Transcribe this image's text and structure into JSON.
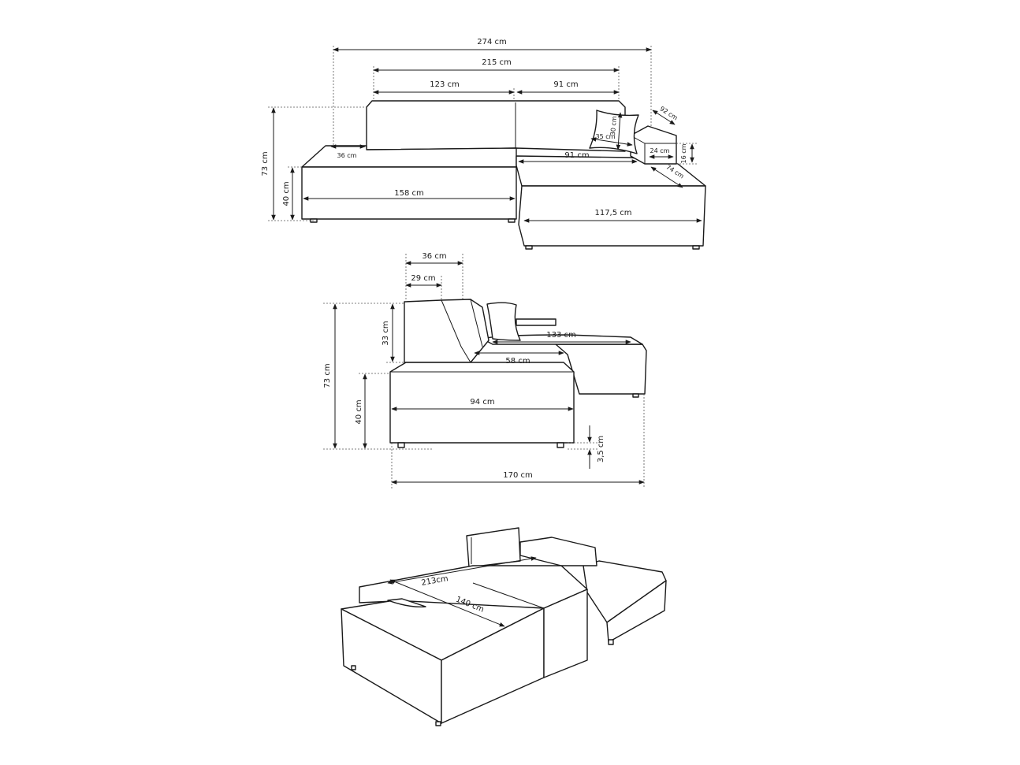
{
  "front_view": {
    "overall_width": "274 cm",
    "backrest_width": "215 cm",
    "left_back_section": "123 cm",
    "right_back_section": "91 cm",
    "armrest_depth": "92 cm",
    "pillow_height": "30 cm",
    "pillow_width": "35 cm",
    "left_armrest": "36 cm",
    "armrest_width": "24 cm",
    "armrest_height": "16 cm",
    "chaise_seat_width": "91 cm",
    "armrest_length": "74 cm",
    "total_height": "73 cm",
    "seat_height": "40 cm",
    "sofa_width": "158 cm",
    "chaise_width": "117,5 cm"
  },
  "side_view": {
    "backrest_depth": "36 cm",
    "backrest_top_depth": "29 cm",
    "backrest_height": "33 cm",
    "chaise_length": "133 cm",
    "seat_depth": "58 cm",
    "total_height": "73 cm",
    "seat_height": "40 cm",
    "sofa_depth": "94 cm",
    "leg_height": "3,5 cm",
    "total_depth": "170 cm"
  },
  "bed_view": {
    "bed_length": "213cm",
    "bed_width": "140 cm"
  }
}
